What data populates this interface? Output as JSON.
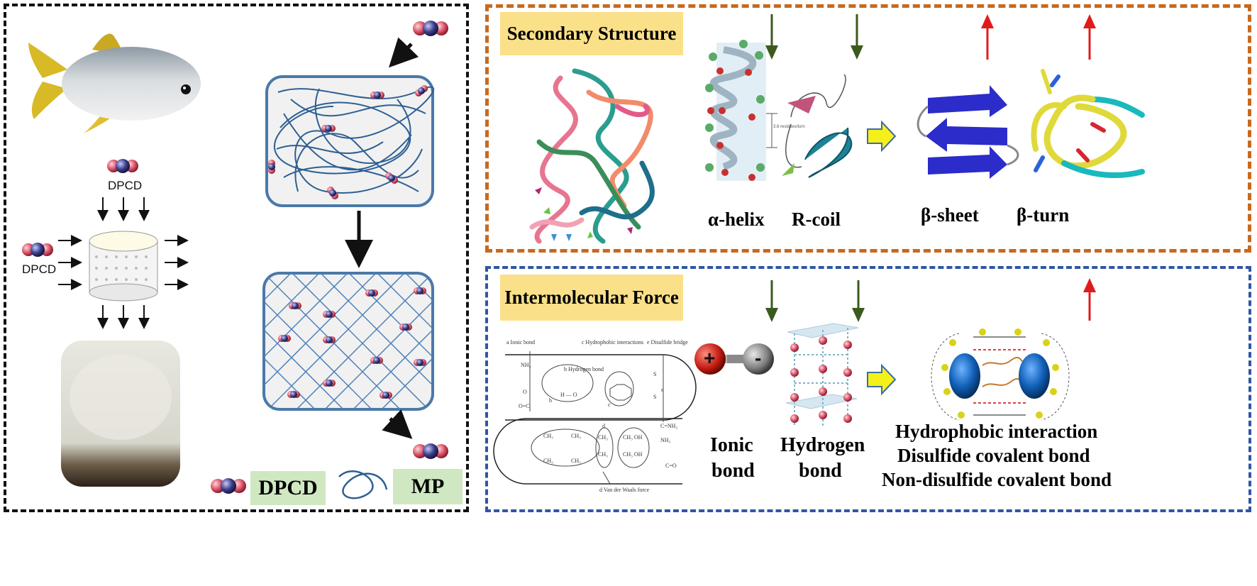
{
  "colors": {
    "left_border": "#111111",
    "secondary_border": "#c8691e",
    "intermolecular_border": "#2f56a5",
    "title_fill": "#fbe08a",
    "legend_fill": "#cfe8c2",
    "down_arrow": "#3b5a1e",
    "up_arrow": "#e01b1b",
    "right_arrow_fill": "#f5ef1a",
    "network_line": "#2e5f93",
    "cell_border": "#4a79a8"
  },
  "left": {
    "dpcd_top_label": "DPCD",
    "dpcd_side_label": "DPCD",
    "legend": {
      "dpcd": "DPCD",
      "mp": "MP"
    }
  },
  "secondary": {
    "title": "Secondary Structure",
    "labels": {
      "alpha_helix": "α-helix",
      "r_coil": "R-coil",
      "beta_sheet": "β-sheet",
      "beta_turn": "β-turn"
    },
    "helix_note": "3.6 residues/turn"
  },
  "intermolecular": {
    "title": "Intermolecular Force",
    "labels": {
      "ionic_1": "Ionic",
      "ionic_2": "bond",
      "hydrogen_1": "Hydrogen",
      "hydrogen_2": "bond",
      "hydrophobic": "Hydrophobic interaction",
      "disulfide": "Disulfide covalent bond",
      "non_disulfide": "Non-disulfide covalent bond"
    },
    "ion_plus": "+",
    "ion_minus": "-",
    "schematic": {
      "a": "a Ionic bond",
      "c": "c Hydrophobic interactions",
      "e": "e Disulfide bridge",
      "b": "b Hydrogen bond",
      "d": "d Van der Waals force",
      "nh3": "NH₃",
      "oc": "O=C",
      "h_o": "H — O",
      "ch3": "CH₃",
      "ch3oh": "CH₃  OH",
      "c_nh2": "C=NH₂",
      "c_o": "C=O",
      "s": "S",
      "o": "O",
      "small_b": "b",
      "small_c": "c",
      "small_d": "d",
      "small_e": "e"
    }
  }
}
